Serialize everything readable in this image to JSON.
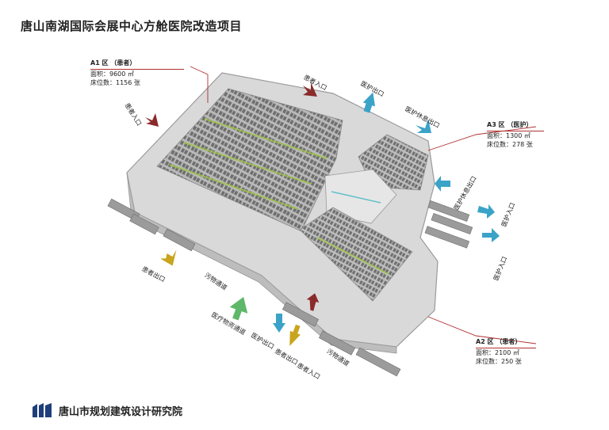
{
  "title": "唐山南湖国际会展中心方舱医院改造项目",
  "zones": {
    "a1": {
      "name": "A1 区 （患者）",
      "area": "面积：9600 ㎡",
      "beds": "床位数：1156 张"
    },
    "a2": {
      "name": "A2 区 （患者）",
      "area": "面积：2100 ㎡",
      "beds": "床位数：250 张"
    },
    "a3": {
      "name": "A3 区 （医护）",
      "area": "面积：1300 ㎡",
      "beds": "床位数：278 张"
    }
  },
  "labels": {
    "patient_entry_1": "患者入口",
    "patient_entry_2": "患者入口",
    "patient_entry_3": "患者入口",
    "staff_exit_1": "医护出口",
    "staff_exit_2": "医护出口",
    "staff_rest_exit_1": "医护休息出口",
    "staff_rest_exit_2": "医护休息出口",
    "staff_entry_1": "医护入口",
    "staff_entry_2": "医护入口",
    "patient_exit_1": "患者出口",
    "patient_exit_2": "患者出口",
    "waste_channel_1": "污物通道",
    "waste_channel_2": "污物通道",
    "supply_channel": "医疗物资通道"
  },
  "colors": {
    "patient_entry": "#8b2a2a",
    "staff": "#3aa3c7",
    "patient_exit": "#c9a51e",
    "supply": "#5fb86a"
  },
  "footer": {
    "org": "唐山市规划建筑设计研究院",
    "logo_icon": "institute-logo-icon"
  }
}
